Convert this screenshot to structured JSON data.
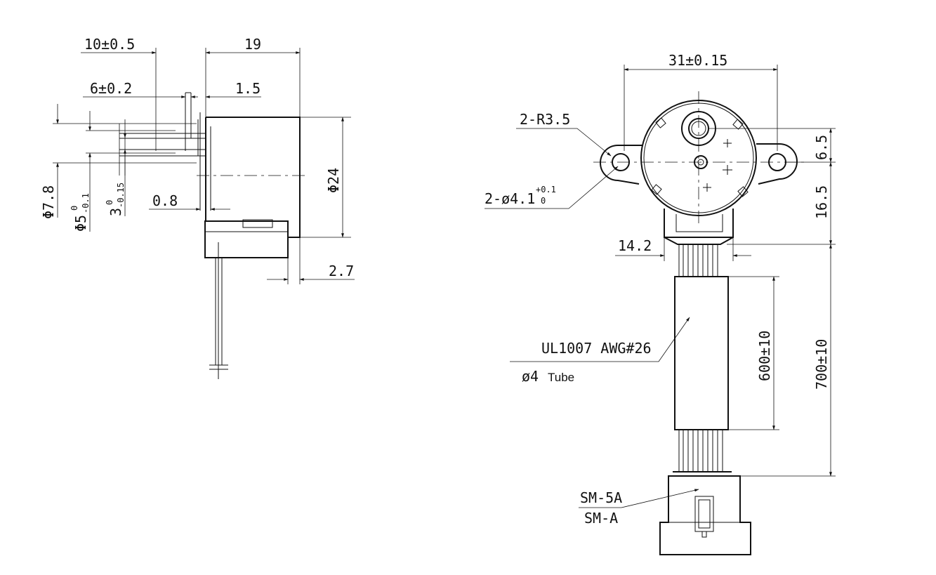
{
  "side_view": {
    "dim_10": "10±0.5",
    "dim_19": "19",
    "dim_6": "6±0.2",
    "dim_1_5": "1.5",
    "dim_0_8": "0.8",
    "dim_2_7": "2.7",
    "dim_phi24": "Φ24",
    "dim_phi7_8": "Φ7.8",
    "dim_phi5": "Φ5",
    "dim_phi5_upper": "0",
    "dim_phi5_lower": "-0.1",
    "dim_3": "3",
    "dim_3_upper": "0",
    "dim_3_lower": "-0.15"
  },
  "front_view": {
    "dim_31": "31±0.15",
    "radius_label": "2-R3.5",
    "hole_label": "2-ø4.1",
    "hole_upper": "+0.1",
    "hole_lower": "0",
    "dim_6_5": "6.5",
    "dim_16_5": "16.5",
    "dim_14_2": "14.2",
    "dim_600": "600±10",
    "dim_700": "700±10",
    "wire_label": "UL1007 AWG#26",
    "tube_label_symbol": "ø4",
    "tube_label_word": "Tube",
    "connector_label_1": "SM-5A",
    "connector_label_2": "SM-A"
  }
}
